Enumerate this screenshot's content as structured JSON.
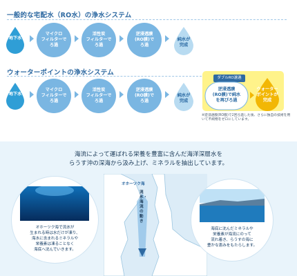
{
  "section1": {
    "title": "一般的な宅配水（RO水）の浄水システム",
    "steps": [
      "地下水",
      "マイクロ\nフィルターで\nろ過",
      "活性炭\nフィルターで\nろ過",
      "逆浸透膜\n(RO膜)で\nろ過",
      "純水が\n完成"
    ]
  },
  "section2": {
    "title": "ウォーターポイントの浄水システム",
    "steps": [
      "地下水",
      "マイクロ\nフィルターで\nろ過",
      "活性炭\nフィルターで\nろ過",
      "逆浸透膜\n(RO膜)で\nろ過",
      "純水が\n完成"
    ],
    "badge": "ダブルRO濾過",
    "double_ro": "逆浸透膜\n(RO膜)で純水\nを再びろ過",
    "final": "ウォーター\nポイントが\n完成",
    "note": "※逆浸透膜(RO膜)で2回ろ過した後、さらに独自の技術を用いて不純物をゼロにしています。"
  },
  "lower": {
    "lead": "海流によって運ばれる栄養を豊富に含んだ海洋深層水を\nらうす沖の深海から汲み上げ、ミネラルを抽出しています。",
    "map_sea_label": "オホーツク海",
    "map_flow_label": "流氷・海流の動き",
    "left_caption": "オホーツク海で流氷が\n生まれる時は水だけが凍り、\n海水に含まれるミネラルや\n栄養素は凍ることなく\n海底へ沈んでいきます。",
    "right_caption": "海底に沈んだミネラルや\n栄養素が海流にのって\n流れ着き、らうすの海に\n豊かな恵みをもたらします。"
  },
  "colors": {
    "drop": "#2f9ed6",
    "drop_light": "#b8dbf1",
    "circle_bg": "#7ab6e2",
    "highlight": "#fff38a",
    "accent": "#2f6aa2"
  }
}
